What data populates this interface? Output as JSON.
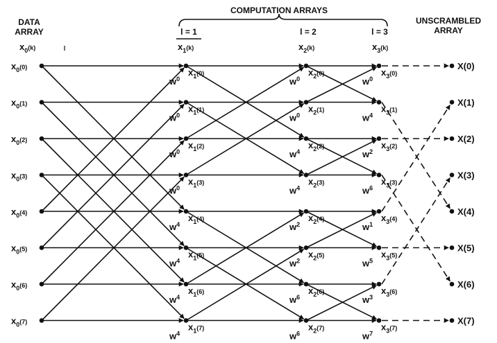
{
  "header": {
    "data_array_1": "DATA",
    "data_array_2": "ARRAY",
    "computation_arrays": "COMPUTATION ARRAYS",
    "unscrambled_1": "UNSCRAMBLED",
    "unscrambled_2": "ARRAY",
    "stage_labels": [
      "l = 1",
      "l = 2",
      "l = 3"
    ]
  },
  "columns": [
    {
      "base": "x",
      "sub": "0",
      "arg": "(k)"
    },
    {
      "base": "x",
      "sub": "1",
      "arg": "(k)"
    },
    {
      "base": "x",
      "sub": "2",
      "arg": "(k)"
    },
    {
      "base": "x",
      "sub": "3",
      "arg": "(k)"
    }
  ],
  "input_labels": [
    "(0)",
    "(1)",
    "(2)",
    "(3)",
    "(4)",
    "(5)",
    "(6)",
    "(7)"
  ],
  "stage1_labels": [
    "(0)",
    "(1)",
    "(2)",
    "(3)",
    "(4)",
    "(5)",
    "(6)",
    "(7)"
  ],
  "stage2_labels": [
    "(0)",
    "(1)",
    "(2)",
    "(3)",
    "(4)",
    "(5)",
    "(6)",
    "(7)"
  ],
  "stage3_labels": [
    "(0)",
    "(1)",
    "(2)",
    "(3)",
    "(4)",
    "(5)",
    "(6)",
    "(7)"
  ],
  "output_labels": [
    "X(0)",
    "X(1)",
    "X(2)",
    "X(3)",
    "X(4)",
    "X(5)",
    "X(6)",
    "X(7)"
  ],
  "twiddles": {
    "stage1": [
      "0",
      "0",
      "0",
      "0",
      "4",
      "4",
      "4",
      "4"
    ],
    "stage2": [
      "0",
      "0",
      "4",
      "4",
      "2",
      "2",
      "6",
      "6"
    ],
    "stage3": [
      "0",
      "4",
      "2",
      "6",
      "1",
      "5",
      "3",
      "7"
    ]
  },
  "bit_reversal": [
    0,
    4,
    2,
    6,
    1,
    5,
    3,
    7
  ]
}
